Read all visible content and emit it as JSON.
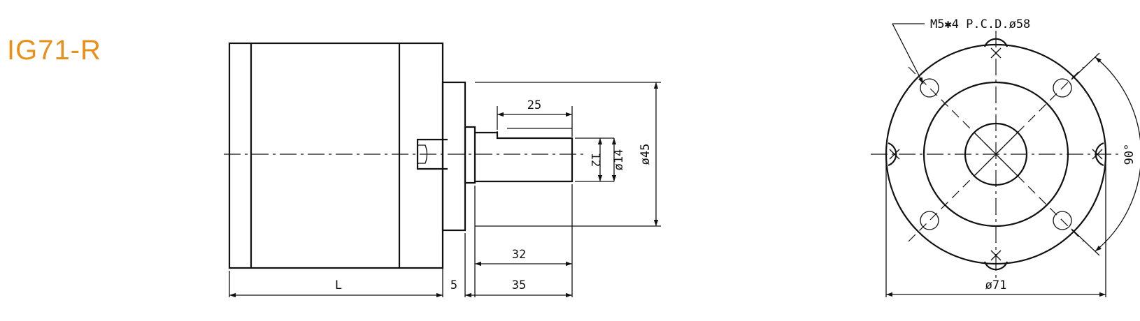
{
  "model": {
    "title": "IG71-R"
  },
  "side_view": {
    "dims": {
      "keyway_length": "25",
      "flat_height": "12",
      "shaft_dia": "ø14",
      "pilot_dia": "ø45",
      "shaft_length_32": "32",
      "body_length": "L",
      "pilot_length": "5",
      "shaft_length_35": "35"
    }
  },
  "front_view": {
    "dims": {
      "holes_callout": "M5✱4  P.C.D.ø58",
      "angle": "90°",
      "outer_dia": "ø71"
    }
  }
}
